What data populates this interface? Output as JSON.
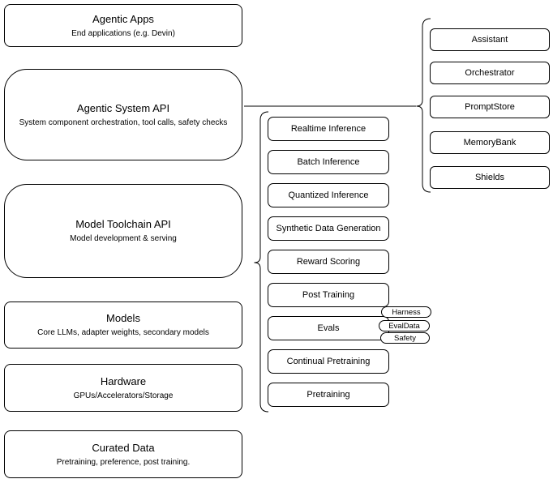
{
  "diagram": {
    "left_column": [
      {
        "title": "Agentic Apps",
        "subtitle": "End applications (e.g. Devin)"
      },
      {
        "title": "Agentic System API",
        "subtitle": "System component orchestration, tool calls, safety checks"
      },
      {
        "title": "Model Toolchain API",
        "subtitle": "Model development & serving"
      },
      {
        "title": "Models",
        "subtitle": "Core LLMs, adapter weights, secondary models"
      },
      {
        "title": "Hardware",
        "subtitle": "GPUs/Accelerators/Storage"
      },
      {
        "title": "Curated Data",
        "subtitle": "Pretraining, preference, post training."
      }
    ],
    "middle_column": [
      "Realtime Inference",
      "Batch Inference",
      "Quantized Inference",
      "Synthetic Data Generation",
      "Reward Scoring",
      "Post Training",
      "Evals",
      "Continual Pretraining",
      "Pretraining"
    ],
    "eval_tags": [
      "Harness",
      "EvalData",
      "Safety"
    ],
    "right_column": [
      "Assistant",
      "Orchestrator",
      "PromptStore",
      "MemoryBank",
      "Shields"
    ],
    "colors": {
      "stroke": "#000000",
      "background": "#ffffff",
      "text": "#000000"
    }
  }
}
